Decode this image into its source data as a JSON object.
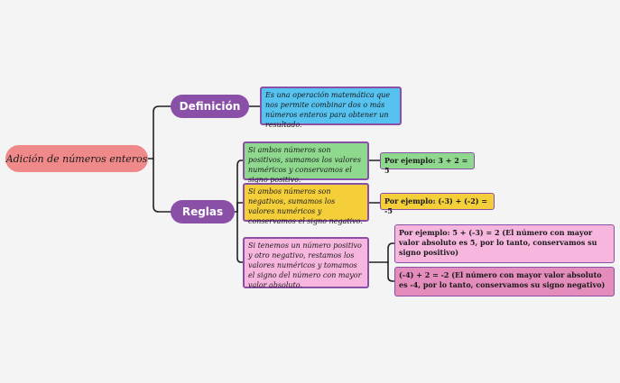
{
  "root": {
    "label": "Adición de números enteros"
  },
  "definicion": {
    "label": "Definición",
    "text": "Es una operación matemática que nos permite combinar dos o más números enteros para obtener un resultado."
  },
  "reglas": {
    "label": "Reglas",
    "items": [
      {
        "text": "Si ambos números son positivos, sumamos los valores numéricos y conservamos el signo positivo.",
        "example": "Por ejemplo: 3 + 2 = 5"
      },
      {
        "text": "Si ambos números son negativos, sumamos los valores numéricos y conservamos el signo negativo.",
        "example": "Por ejemplo: (-3) + (-2) = -5"
      },
      {
        "text": "Si tenemos un número positivo y otro negativo, restamos los valores numéricos y tomamos el signo del número con mayor valor absoluto.",
        "examples": [
          "Por ejemplo: 5 + (-3) = 2 (El número con mayor valor absoluto es 5, por lo tanto, conservamos su signo positivo)",
          "(-4) + 2 = -2 (El número con mayor valor absoluto es -4, por lo tanto, conservamos su signo negativo)"
        ]
      }
    ]
  },
  "colors": {
    "root": "#f08a8a",
    "branch": "#8a50a8",
    "definition_box": "#55c2f0",
    "rule_positive": "#8fd98f",
    "rule_negative": "#f5cf3a",
    "rule_mixed": "#f7b6de",
    "rule_mixed_example_2": "#e48cbb",
    "connector": "#222222"
  }
}
